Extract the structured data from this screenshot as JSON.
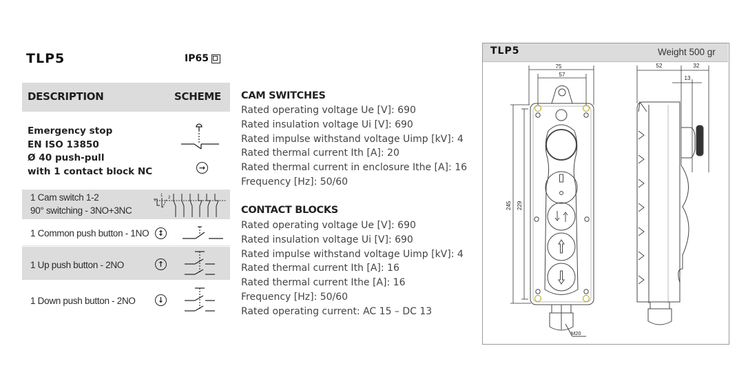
{
  "product": {
    "model": "TLP5",
    "protection": "IP65"
  },
  "table": {
    "header_description": "DESCRIPTION",
    "header_scheme": "SCHEME",
    "emergency_stop": [
      "Emergency stop",
      "EN ISO 13850",
      "Ø 40 push-pull",
      "with 1 contact block NC"
    ],
    "emergency_icon": "rotate-release-icon",
    "emergency_icon_glyph": "→",
    "rows": [
      {
        "lines": [
          "1 Cam switch 1-2",
          "90° switching - 3NO+3NC"
        ],
        "icon": null,
        "shaded": true
      },
      {
        "lines": [
          "1 Common push button - 1NO"
        ],
        "icon": "up-down-arrow-icon",
        "glyph": "↕",
        "shaded": false
      },
      {
        "lines": [
          "1 Up push button - 2NO"
        ],
        "icon": "up-arrow-icon",
        "glyph": "↑",
        "shaded": true
      },
      {
        "lines": [
          "1 Down push button - 2NO"
        ],
        "icon": "down-arrow-icon",
        "glyph": "↓",
        "shaded": false
      }
    ],
    "cam_labels": [
      "1",
      "2"
    ]
  },
  "cam_switches": {
    "title": "CAM SWITCHES",
    "specs": [
      "Rated operating voltage Ue [V]: 690",
      "Rated insulation voltage Ui [V]: 690",
      "Rated impulse withstand voltage Uimp [kV]: 4",
      "Rated thermal current Ith [A]: 20",
      "Rated thermal current in enclosure Ithe [A]: 16",
      "Frequency [Hz]: 50/60"
    ]
  },
  "contact_blocks": {
    "title": "CONTACT BLOCKS",
    "specs": [
      "Rated operating voltage Ue [V]: 690",
      "Rated insulation voltage Ui [V]: 690",
      "Rated impulse withstand voltage Uimp [kV]: 4",
      "Rated thermal current Ith [A]: 16",
      "Rated thermal current Ithe [A]: 16",
      "Frequency [Hz]: 50/60",
      "Rated operating current: AC 15 – DC 13"
    ]
  },
  "drawing": {
    "title": "TLP5",
    "weight": "Weight 500 gr",
    "dims": {
      "width_outer": "75",
      "width_inner": "57",
      "height_outer": "245",
      "height_inner": "229",
      "depth_body": "52",
      "depth_button": "32",
      "button_offset": "13",
      "gland": "M20"
    }
  }
}
